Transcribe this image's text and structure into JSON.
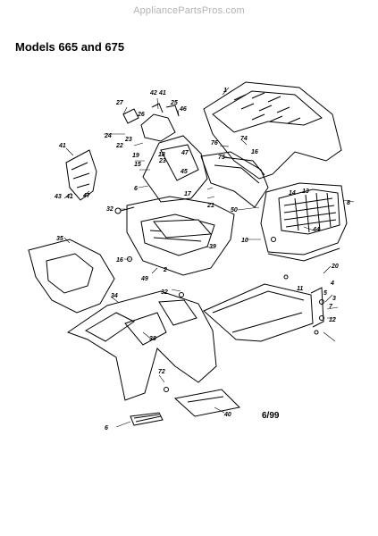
{
  "header": {
    "watermark": "AppliancePartsPros.com",
    "title": "Models 665 and 675"
  },
  "footer": {
    "date_code": "6/99"
  },
  "diagram": {
    "callouts": [
      "1",
      "2",
      "3",
      "4",
      "5",
      "6",
      "7",
      "8",
      "10",
      "11",
      "12",
      "13",
      "14",
      "15",
      "16",
      "17",
      "18",
      "19",
      "20",
      "21",
      "22",
      "23",
      "24",
      "25",
      "26",
      "27",
      "32",
      "34",
      "35",
      "38",
      "39",
      "40",
      "41",
      "42",
      "43",
      "44",
      "45",
      "46",
      "47",
      "49",
      "50",
      "72",
      "74",
      "75",
      "76"
    ]
  }
}
